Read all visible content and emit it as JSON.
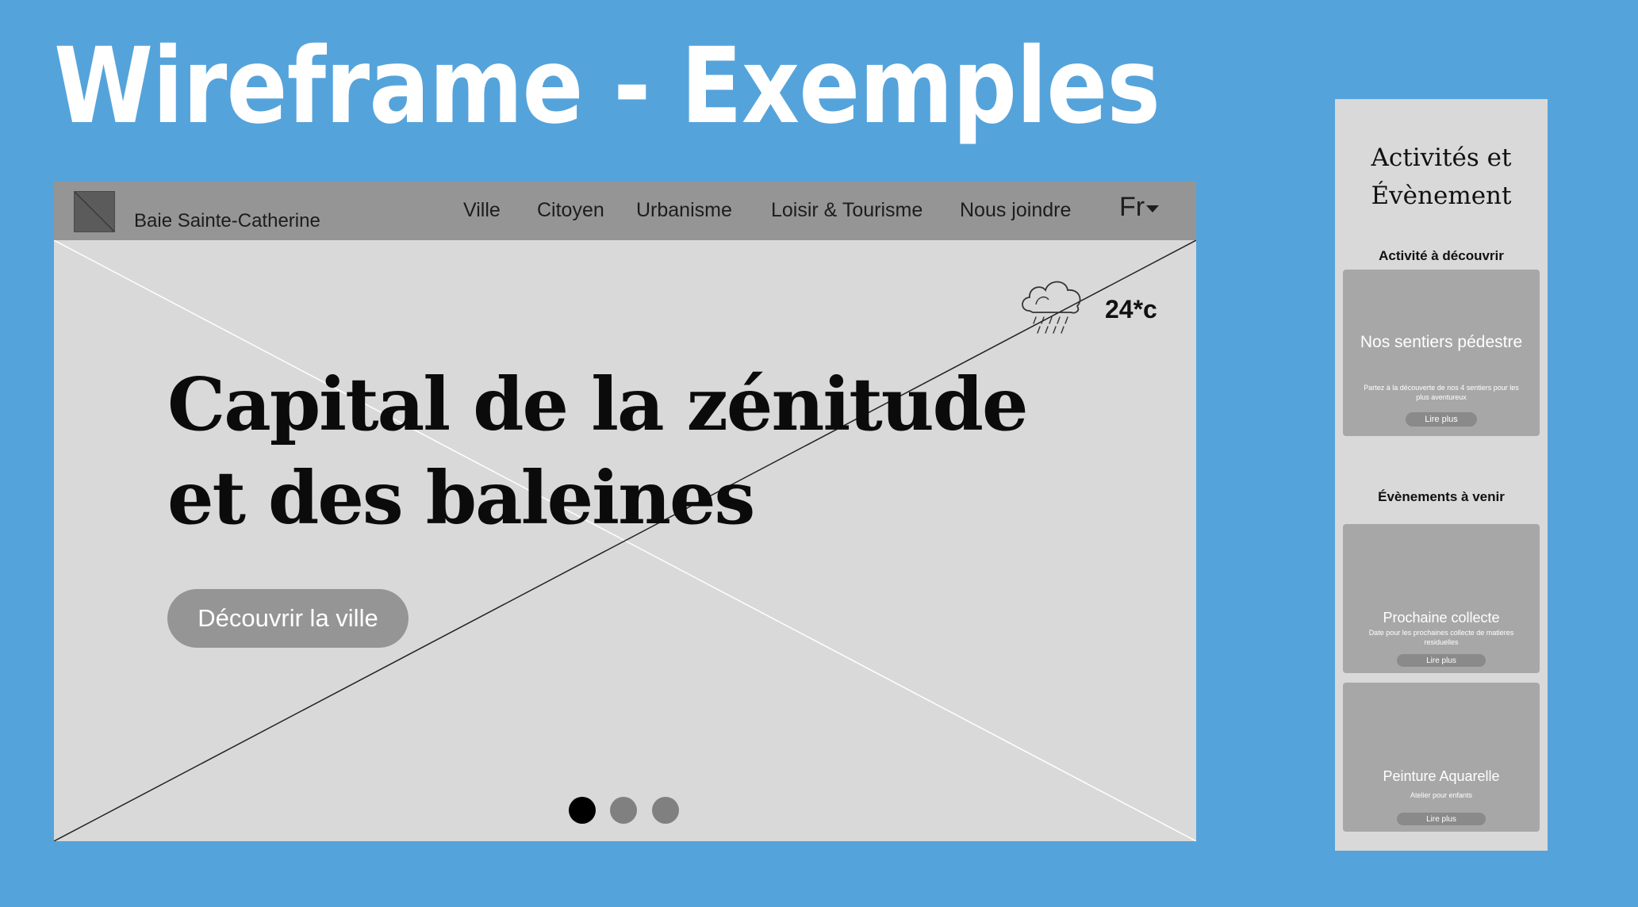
{
  "slide": {
    "title": "Wireframe - Exemples"
  },
  "desktop": {
    "brand": "Baie Sainte-Catherine",
    "nav": [
      "Ville",
      "Citoyen",
      "Urbanisme",
      "Loisir & Tourisme",
      "Nous joindre"
    ],
    "language": "Fr",
    "weather": {
      "icon": "rain-cloud-icon",
      "temperature": "24*c"
    },
    "hero": {
      "title_line1": "Capital de la zénitude",
      "title_line2": "et des baleines",
      "cta": "Découvrir la ville"
    },
    "carousel": {
      "count": 3,
      "active": 0
    },
    "colors": {
      "nav": "#959595",
      "canvas": "#d9d9d9",
      "cta": "#959595"
    }
  },
  "mobile": {
    "title_line1": "Activités et",
    "title_line2": "Évènement",
    "section_activities": "Activité à découvrir",
    "activity": {
      "title": "Nos sentiers pédestre",
      "desc": "Partez à la découverte de nos 4 sentiers pour les plus aventureux",
      "button": "Lire plus"
    },
    "section_events": "Évènements à venir",
    "events": [
      {
        "title": "Prochaine collecte",
        "desc": "Date pour les prochaines collecte de matieres residuelles",
        "button": "Lire plus"
      },
      {
        "title": "Peinture Aquarelle",
        "desc": "Atelier pour enfants",
        "button": "Lire plus"
      }
    ]
  },
  "background": "#55a3db"
}
